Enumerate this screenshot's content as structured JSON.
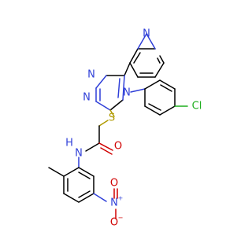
{
  "atoms": {
    "n_pyridine": {
      "symbol": "N",
      "color": "#2f3fd8"
    },
    "n_triazole_1": {
      "symbol": "N",
      "color": "#2f3fd8"
    },
    "n_triazole_2": {
      "symbol": "N",
      "color": "#2f3fd8"
    },
    "n_triazole_4": {
      "symbol": "N",
      "color": "#2f3fd8"
    },
    "sulfur": {
      "symbol": "S",
      "color": "#b09a00"
    },
    "chlorine": {
      "symbol": "Cl",
      "color": "#1fae1f"
    },
    "amide_n": {
      "symbol": "N",
      "color": "#2f3fd8"
    },
    "amide_h": {
      "symbol": "H",
      "color": "#2f3fd8"
    },
    "amide_o": {
      "symbol": "O",
      "color": "#d00000"
    },
    "nitro_n": {
      "symbol": "N",
      "color": "#2f3fd8"
    },
    "nitro_n_charge": {
      "symbol": "+",
      "color": "#2f3fd8"
    },
    "nitro_o_double": {
      "symbol": "O",
      "color": "#d00000"
    },
    "nitro_o_single": {
      "symbol": "O",
      "color": "#d00000"
    },
    "nitro_o_charge": {
      "symbol": "−",
      "color": "#d00000"
    }
  }
}
